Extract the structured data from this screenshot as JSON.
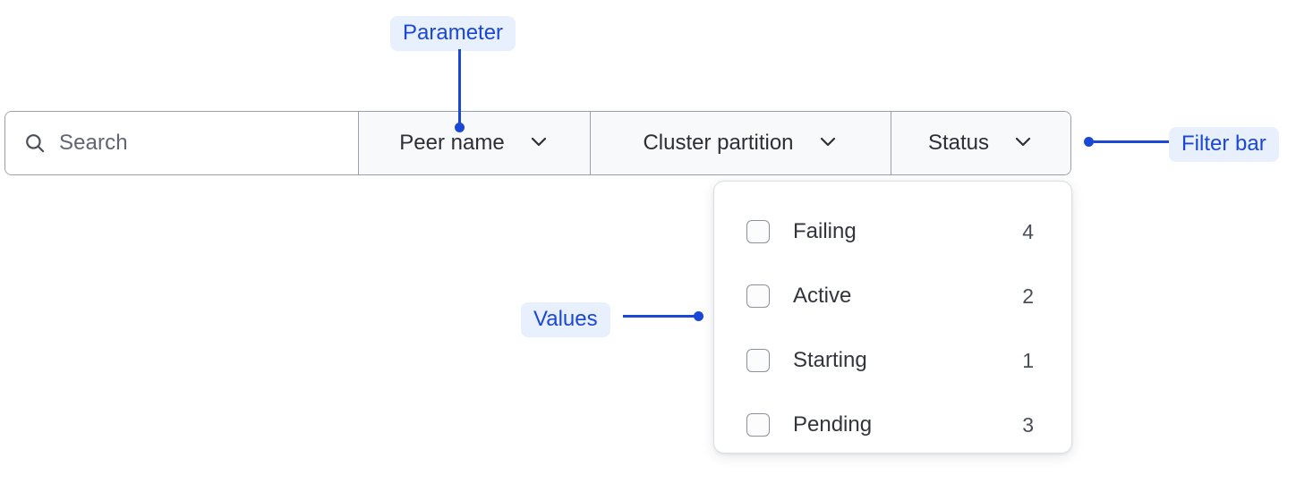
{
  "filter_bar": {
    "search": {
      "icon": "search-icon",
      "placeholder": "Search",
      "value": ""
    },
    "dropdowns": [
      {
        "label": "Peer name",
        "icon": "chevron-down-icon",
        "expanded": false
      },
      {
        "label": "Cluster partition",
        "icon": "chevron-down-icon",
        "expanded": false
      },
      {
        "label": "Status",
        "icon": "chevron-down-icon",
        "expanded": true
      }
    ]
  },
  "values_panel": {
    "open_for": "Status",
    "items": [
      {
        "label": "Failing",
        "count": "4",
        "checked": false
      },
      {
        "label": "Active",
        "count": "2",
        "checked": false
      },
      {
        "label": "Starting",
        "count": "1",
        "checked": false
      },
      {
        "label": "Pending",
        "count": "3",
        "checked": false
      }
    ]
  },
  "annotations": [
    {
      "id": "parameter",
      "label": "Parameter"
    },
    {
      "id": "filter-bar",
      "label": "Filter bar"
    },
    {
      "id": "values",
      "label": "Values"
    }
  ],
  "colors": {
    "annotation_text": "#1a47d6",
    "annotation_chip_bg": "#e8f0fe",
    "border": "#9b9fab",
    "cell_bg": "#f8f9fa",
    "text": "#2c2f36",
    "placeholder": "#5f6573"
  }
}
